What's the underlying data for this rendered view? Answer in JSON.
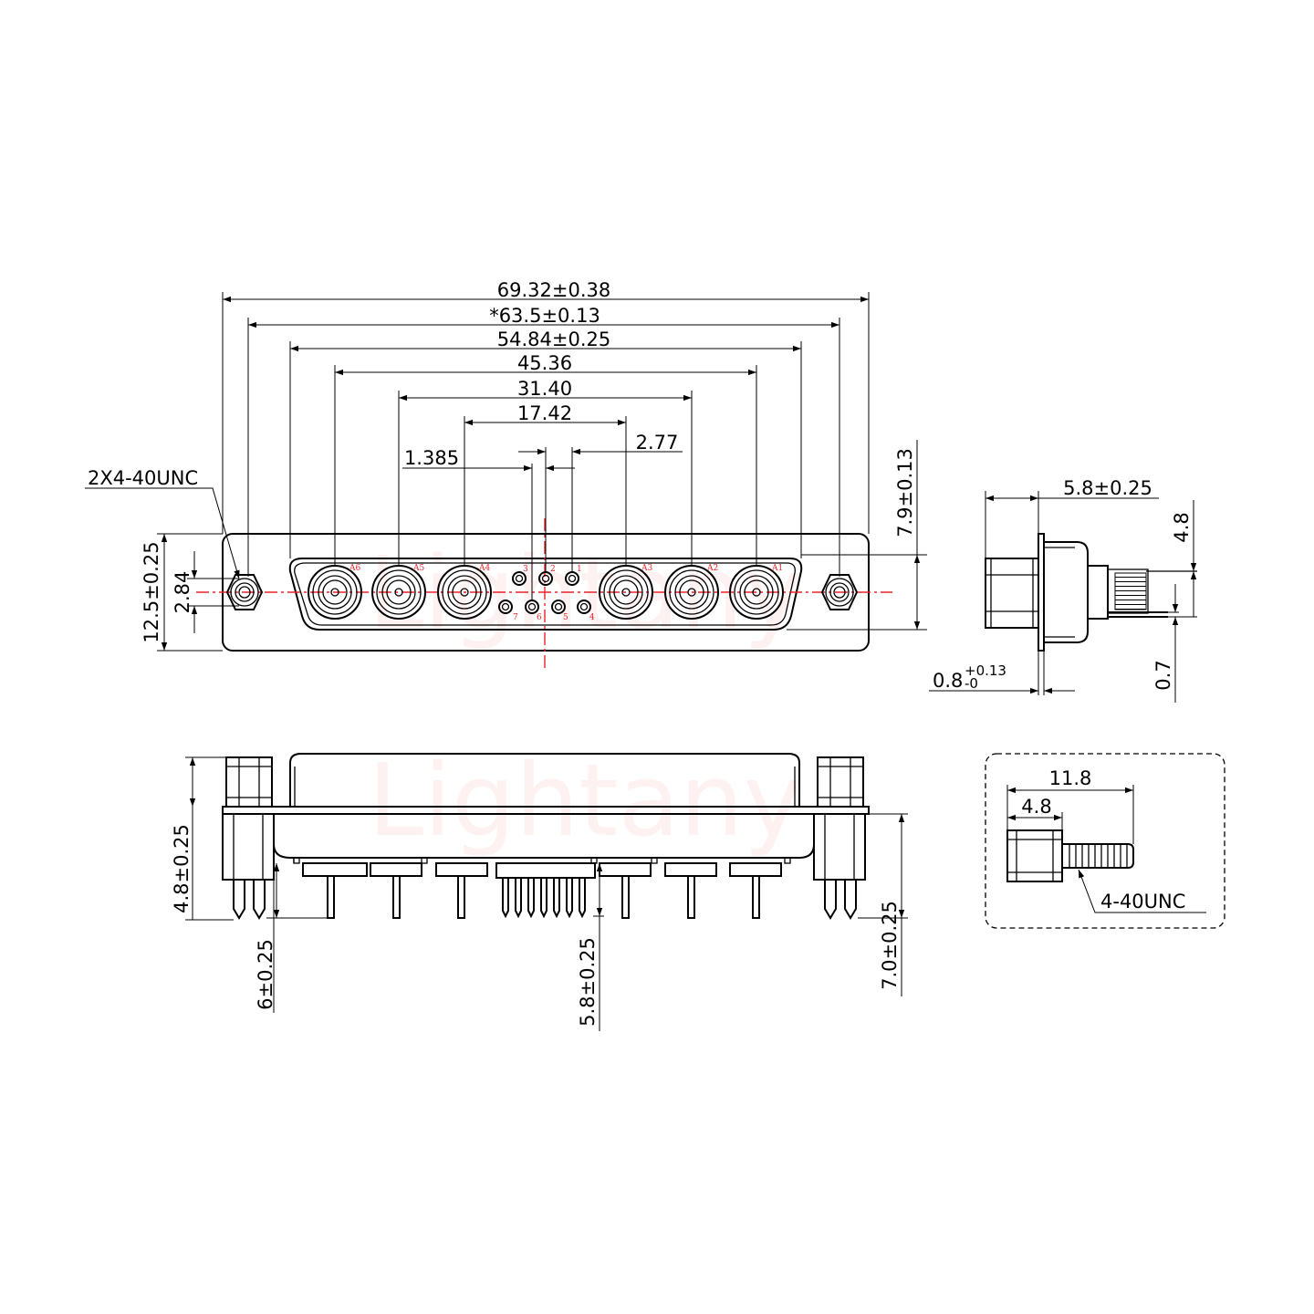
{
  "watermark": "Lightany",
  "front_view": {
    "dimensions": {
      "overall_width": "69.32±0.38",
      "mount_hole_pitch": "*63.5±0.13",
      "shell_width": "54.84±0.25",
      "outer_coax_pitch": "45.36",
      "middle_coax_pitch": "31.40",
      "inner_coax_pitch": "17.42",
      "signal_pitch_right": "2.77",
      "signal_pitch_left": "1.385",
      "mount_thread": "2X4-40UNC",
      "flange_height": "12.5±0.25",
      "row_offset": "2.84",
      "shell_height": "7.9±0.13"
    },
    "coax_labels": [
      "A6",
      "A5",
      "A4",
      "A3",
      "A2",
      "A1"
    ],
    "signal_labels_top": [
      "3",
      "2",
      "1"
    ],
    "signal_labels_bottom": [
      "7",
      "6",
      "5",
      "4"
    ]
  },
  "side_view": {
    "dimensions": {
      "depth": "5.8±0.25",
      "offset": "4.8",
      "thickness_base": "0.8",
      "thickness_plus": "+0.13",
      "thickness_minus": "-0",
      "pin_offset": "0.7"
    }
  },
  "bottom_view": {
    "dimensions": {
      "standoff_height": "4.8±0.25",
      "coax_tail_length": "6±0.25",
      "signal_tail_length": "5.8±0.25",
      "board_lock_length": "7.0±0.25"
    }
  },
  "screw_detail": {
    "dimensions": {
      "total_length": "11.8",
      "hex_length": "4.8",
      "thread": "4-40UNC"
    }
  },
  "colors": {
    "line": "#000000",
    "centerline": "#e8242a",
    "watermark": "#f6c4c4"
  }
}
